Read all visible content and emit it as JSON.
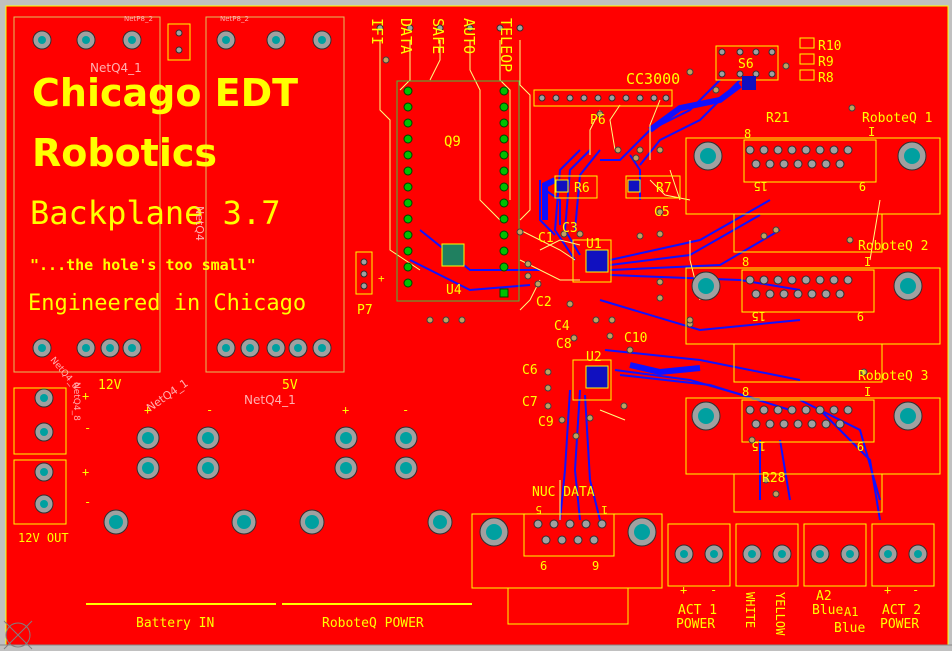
{
  "board": {
    "title_line1": "Chicago EDT",
    "title_line2": "Robotics",
    "title_line3": "Backplane 3.7",
    "quote": "\"...the hole's too small\"",
    "engineered": "Engineered in Chicago",
    "colors": {
      "copper": "#ff0000",
      "silk": "#ffff00",
      "pad": "#a0a0a0",
      "via_center": "#00a0a0",
      "trace_bottom": "#0000ff",
      "through_hole": "#00c000"
    }
  },
  "net_labels": {
    "net_top_left": "NetQ4_1",
    "net_pb2_left": "NetP8_2",
    "net_pb2_right": "NetP8_2",
    "net_vertical": "NetQ4",
    "net_diag1": "NetQ4_1",
    "net_bottom": "NetQ4_1",
    "net_left_rot": "NetQ4_8",
    "net_left_rot2": "NetQ4_8"
  },
  "power": {
    "v12": "12V",
    "v5": "5V",
    "plus": "+",
    "minus": "-",
    "out": "12V OUT",
    "battery": "Battery IN",
    "roboteq_power": "RoboteQ POWER"
  },
  "headers": {
    "signals": [
      "IFI",
      "DATA",
      "SAFE",
      "AUTO",
      "TELEOP"
    ],
    "cc3000": "CC3000",
    "p6": "P6",
    "p7": "P7",
    "q9": "Q9",
    "u4": "U4"
  },
  "components": {
    "r10": "R10",
    "r9": "R9",
    "r8": "R8",
    "s6": "S6",
    "r6": "R6",
    "r7": "R7",
    "c5": "C5",
    "c1": "C1",
    "c3": "C3",
    "u1": "U1",
    "c2": "C2",
    "c4": "C4",
    "c8": "C8",
    "c10": "C10",
    "c6": "C6",
    "u2": "U2",
    "c7": "C7",
    "c9": "C9",
    "r21": "R21",
    "r28": "R28"
  },
  "roboteq": {
    "r1": "RoboteQ 1",
    "r2": "RoboteQ 2",
    "r3": "RoboteQ 3",
    "pin8": "8",
    "pin1": "I",
    "pin15": "15",
    "pin9": "9"
  },
  "nuc": {
    "label": "NUC DATA",
    "p5": "5",
    "p1": "1",
    "p6": "6",
    "p9": "9"
  },
  "bottom_connectors": {
    "act1_line1": "ACT 1",
    "act1_line2": "POWER",
    "white": "WHITE",
    "yellow": "YELLOW",
    "a2": "A2",
    "blue_a2": "Blue",
    "a1": "A1",
    "blue_a1": "Blue",
    "act2_line1": "ACT 2",
    "act2_line2": "POWER"
  }
}
